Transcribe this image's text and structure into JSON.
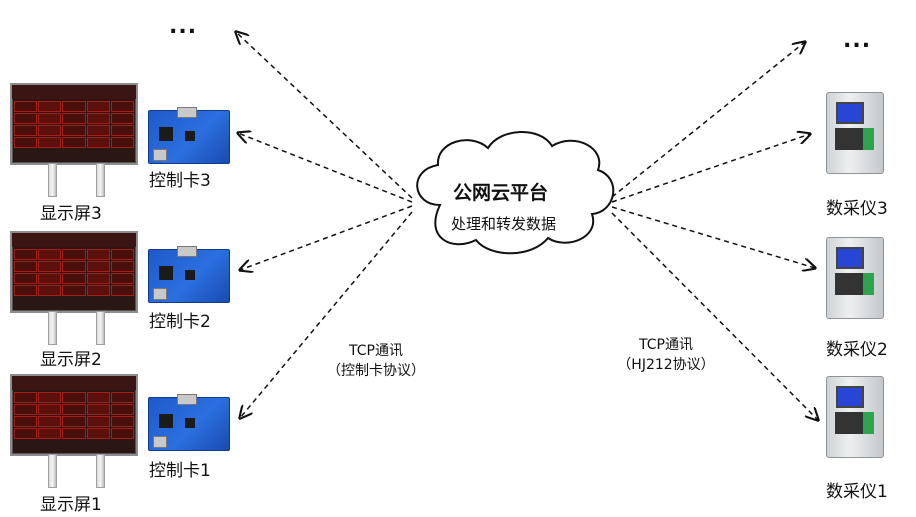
{
  "cloud": {
    "title": "公网云平台",
    "subtitle": "处理和转发数据"
  },
  "left": {
    "ellipsis": "...",
    "boards": [
      "显示屏3",
      "显示屏2",
      "显示屏1"
    ],
    "cards": [
      "控制卡3",
      "控制卡2",
      "控制卡1"
    ],
    "protocol": {
      "line1": "TCP通讯",
      "line2": "（控制卡协议）"
    }
  },
  "right": {
    "ellipsis": "...",
    "devices": [
      "数采仪3",
      "数采仪2",
      "数采仪1"
    ],
    "protocol": {
      "line1": "TCP通讯",
      "line2": "（HJ212协议）"
    }
  }
}
